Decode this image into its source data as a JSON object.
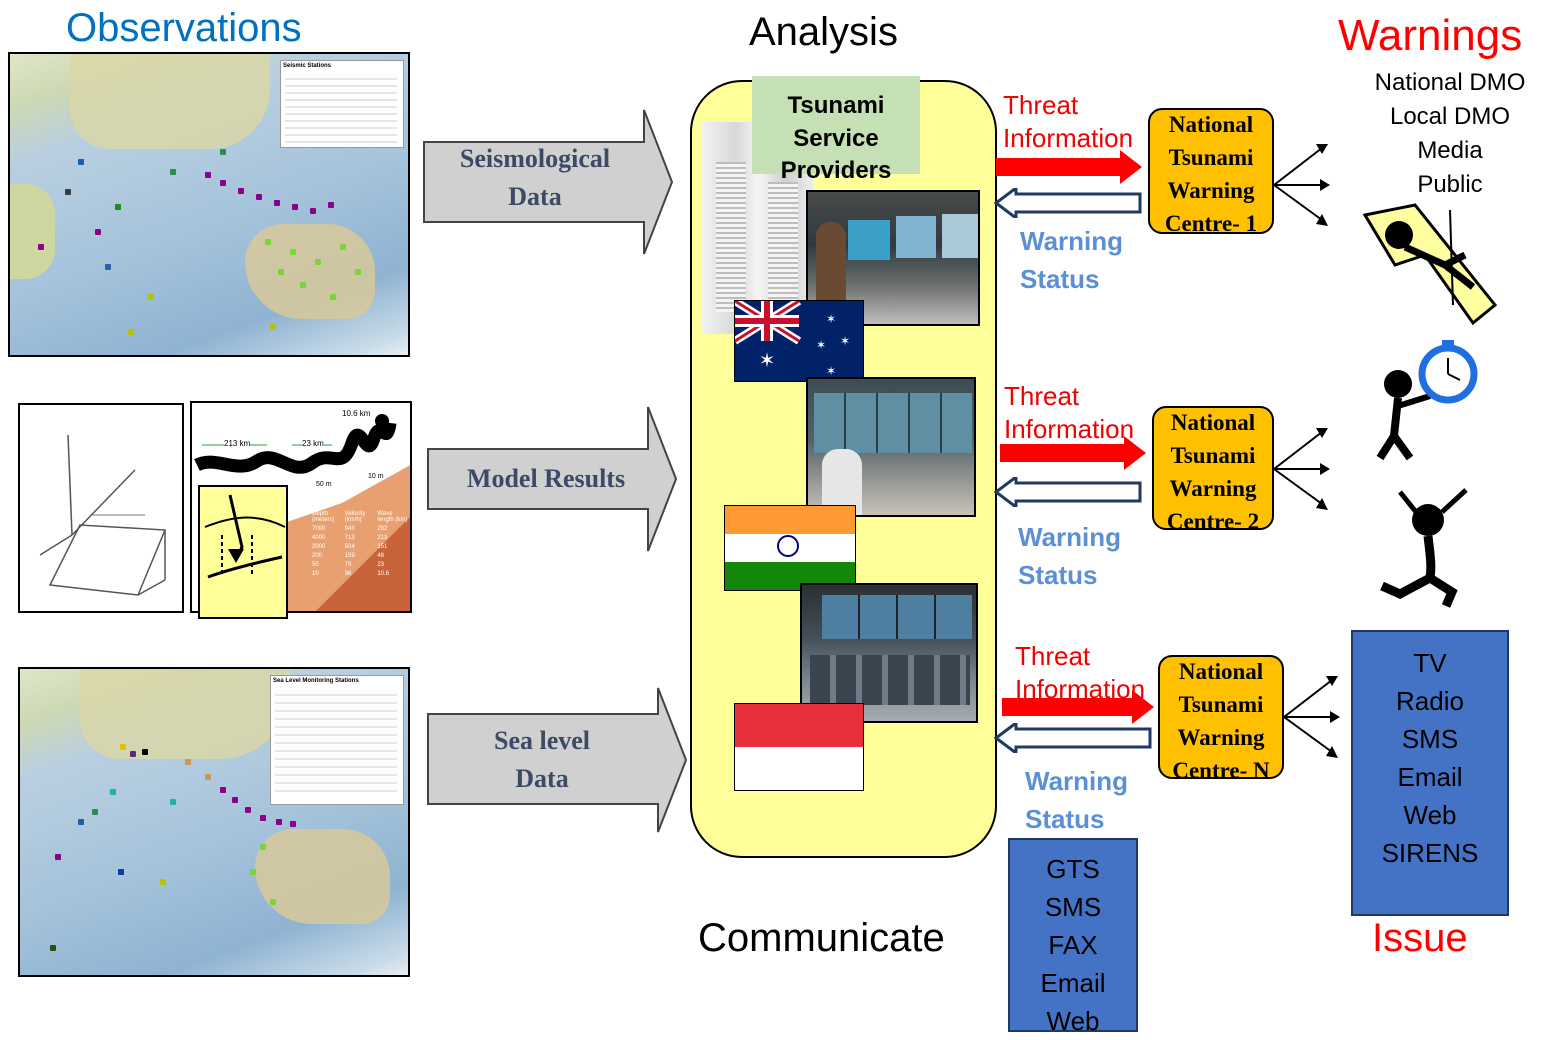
{
  "headings": {
    "observations": "Observations",
    "analysis": "Analysis",
    "warnings": "Warnings",
    "communicate": "Communicate",
    "issue": "Issue"
  },
  "inputs": [
    {
      "label_line1": "Seismological",
      "label_line2": "Data"
    },
    {
      "label_line1": "Model Results",
      "label_line2": ""
    },
    {
      "label_line1": "Sea level",
      "label_line2": "Data"
    }
  ],
  "maps": {
    "seismic_legend_title": "Seismic Stations",
    "sealevel_legend_title": "Sea Level Monitoring Stations"
  },
  "model_panel": {
    "dist1": "213 km",
    "dist2": "23 km",
    "dist3": "10.6 km",
    "depth_label": "10 m",
    "depth_label2": "50 m",
    "table_headers": [
      "Depth (meters)",
      "Velocity (km/h)",
      "Wave length (km)"
    ],
    "table_rows": [
      [
        "7000",
        "943",
        "282"
      ],
      [
        "4000",
        "713",
        "213"
      ],
      [
        "2000",
        "504",
        "151"
      ],
      [
        "200",
        "159",
        "48"
      ],
      [
        "50",
        "79",
        "23"
      ],
      [
        "10",
        "36",
        "10.6"
      ]
    ]
  },
  "providers": {
    "line1": "Tsunami",
    "line2": "Service",
    "line3": "Providers"
  },
  "links": [
    {
      "threat1": "Threat",
      "threat2": "Information",
      "status1": "Warning",
      "status2": "Status",
      "nwc1": "National",
      "nwc2": "Tsunami",
      "nwc3": "Warning",
      "nwc4": "Centre- 1"
    },
    {
      "threat1": "Threat",
      "threat2": "Information",
      "status1": "Warning",
      "status2": "Status",
      "nwc1": "National",
      "nwc2": "Tsunami",
      "nwc3": "Warning",
      "nwc4": "Centre- 2"
    },
    {
      "threat1": "Threat",
      "threat2": "Information",
      "status1": "Warning",
      "status2": "Status",
      "nwc1": "National",
      "nwc2": "Tsunami",
      "nwc3": "Warning",
      "nwc4": "Centre- N"
    }
  ],
  "recipients": [
    "National DMO",
    "Local DMO",
    "Media",
    "Public"
  ],
  "communicate_channels": [
    "GTS",
    "SMS",
    "FAX",
    "Email",
    "Web"
  ],
  "issue_channels": [
    "TV",
    "Radio",
    "SMS",
    "Email",
    "Web",
    "SIRENS"
  ],
  "colors": {
    "observations_heading": "#0070c0",
    "warnings_heading": "#ff0000",
    "provider_box": "#ffff99",
    "nwc_box": "#ffc000",
    "channel_box": "#4472c4",
    "threat_arrow": "#ff0000",
    "status_arrow": "#1f3864"
  }
}
